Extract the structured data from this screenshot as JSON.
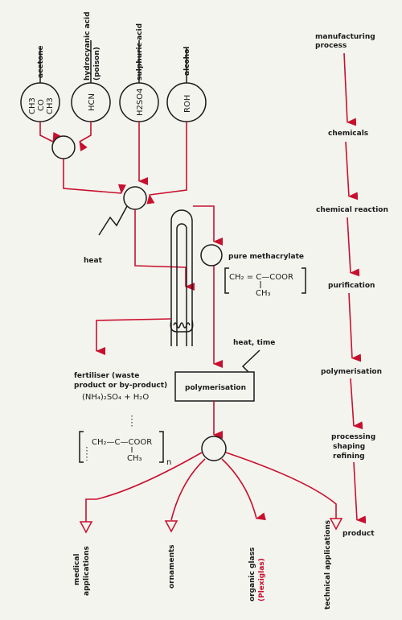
{
  "colors": {
    "flow_red": "#c8102e",
    "ink": "#1a1a1a",
    "paper": "#f4f4ef"
  },
  "reagents": [
    {
      "label": "acetone",
      "formula_lines": [
        "CH3",
        "CO",
        "CH3"
      ]
    },
    {
      "label": "hydrocyanic acid",
      "label2": "(poison)",
      "formula": "HCN"
    },
    {
      "label": "sulphuric acid",
      "formula": "H2SO4"
    },
    {
      "label": "alcohol",
      "formula": "ROH"
    }
  ],
  "heat_label": "heat",
  "pure_label": "pure methacrylate",
  "monomer": {
    "line1": "CH₂ = C—COOR",
    "line2": "CH₃"
  },
  "heat_time_label": "heat, time",
  "polymerisation_box": "polymerisation",
  "fertiliser": {
    "line1": "fertiliser (waste",
    "line2": "product or by-product)",
    "formula": "(NH₄)₂SO₄ + H₂O"
  },
  "polymer": {
    "line1": "CH₂—C—COOR",
    "line2": "CH₃",
    "n": "n"
  },
  "applications": [
    {
      "line1": "medical",
      "line2": "applications"
    },
    {
      "line1": "ornaments"
    },
    {
      "line1": "organic glass",
      "line2": "(Plexiglas)"
    },
    {
      "line1": "technical applications"
    }
  ],
  "process_steps": [
    {
      "line1": "manufacturing",
      "line2": "process"
    },
    {
      "line1": "chemicals"
    },
    {
      "line1": "chemical reaction"
    },
    {
      "line1": "purification"
    },
    {
      "line1": "polymerisation"
    },
    {
      "line1": "processing",
      "line2": "shaping",
      "line3": "refining"
    },
    {
      "line1": "product"
    }
  ]
}
